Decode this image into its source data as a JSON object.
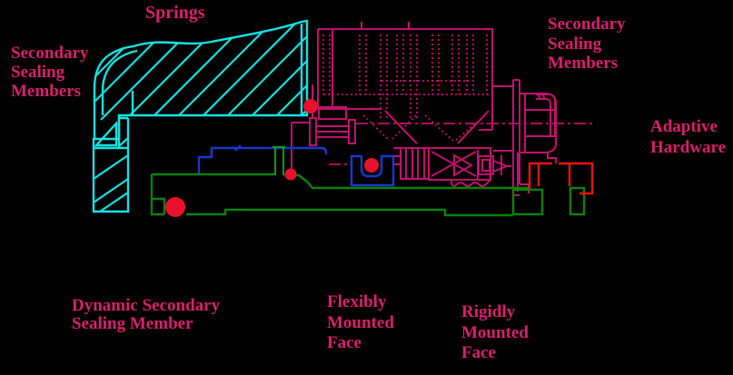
{
  "page": {
    "background": "#000000"
  },
  "colors": {
    "bg": "#000000",
    "label": "#d9206e",
    "cyan": "#14e2e2",
    "magenta": "#c2106e",
    "green": "#0a820a",
    "green_bright": "#0c9c0c",
    "blue": "#1738cf",
    "red": "#ee1111",
    "oring": "#e8102a"
  },
  "labels": {
    "springs": {
      "text": "Springs"
    },
    "secondary_left": {
      "lines": [
        "Secondary",
        "Sealing",
        "Members"
      ]
    },
    "secondary_right": {
      "lines": [
        "Secondary",
        "Sealing",
        "Members"
      ]
    },
    "adaptive_hardware": {
      "lines": [
        "Adaptive",
        "Hardware"
      ]
    },
    "dynamic_secondary": {
      "lines": [
        "Dynamic Secondary",
        "Sealing Member"
      ]
    },
    "flexibly_mounted": {
      "lines": [
        "Flexibly",
        "Mounted",
        "Face"
      ]
    },
    "rigidly_mounted": {
      "lines": [
        "Rigidly",
        "Mounted",
        "Face"
      ]
    }
  }
}
